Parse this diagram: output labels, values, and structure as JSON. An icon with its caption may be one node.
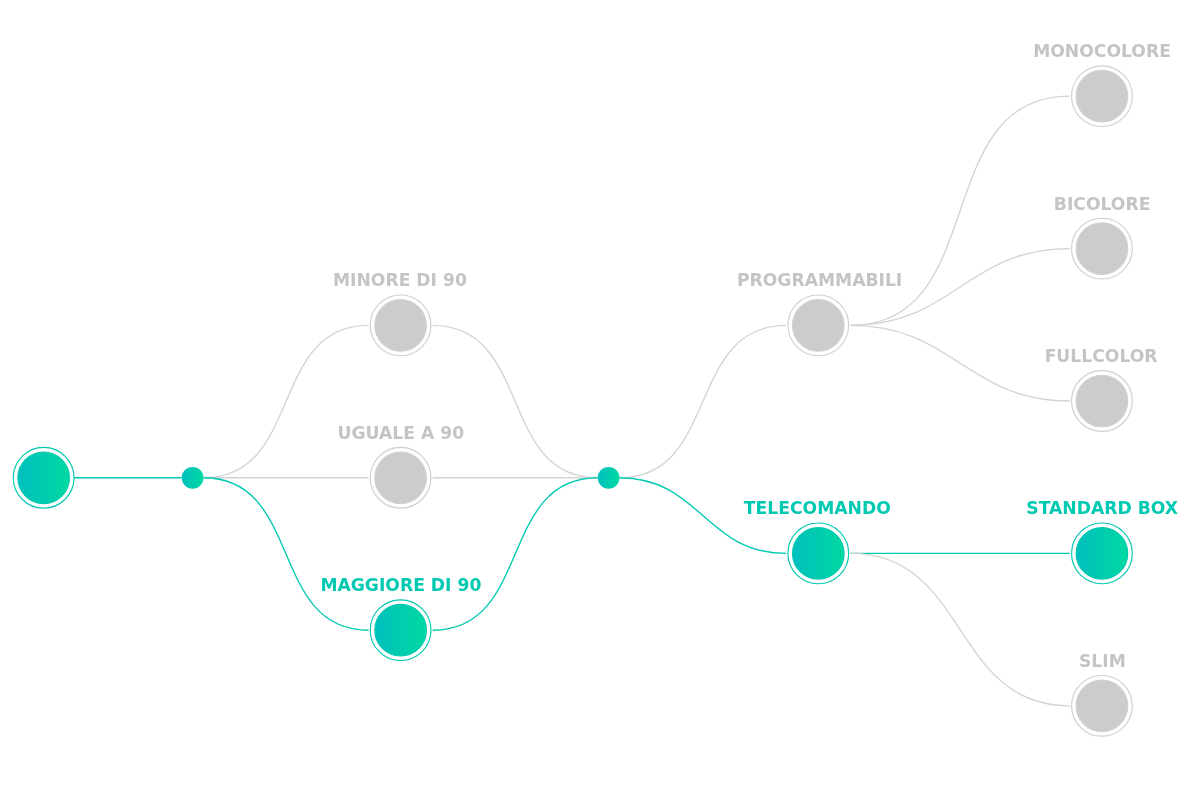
{
  "diagram": {
    "nodes": [
      {
        "text": [],
        "shape": "circle"
      },
      {
        "text": [],
        "shape": "circle"
      },
      {
        "text": [
          "MINORE DI 90"
        ]
      },
      {
        "text": [
          "UGUALE A 90"
        ]
      },
      {
        "text": [
          "MAGGIORE DI 90"
        ]
      },
      {
        "text": [],
        "shape": "circle"
      },
      {
        "text": [
          "PROGRAMMABILI"
        ]
      },
      {
        "text": [
          "TELECOMANDO"
        ]
      },
      {
        "text": [
          "MONOCOLORE"
        ]
      },
      {
        "text": [
          "BICOLORE"
        ]
      },
      {
        "text": [
          "FULLCOLOR"
        ]
      },
      {
        "text": [
          "STANDARD BOX"
        ]
      },
      {
        "text": [
          "SLIM"
        ]
      }
    ],
    "edges": [
      {
        "from": 0,
        "to": 1,
        "arrow": "none",
        "color": "#00c9b1"
      },
      {
        "from": 1,
        "to": 2,
        "arrow": "none"
      },
      {
        "from": 1,
        "to": 3,
        "arrow": "none"
      },
      {
        "from": 1,
        "to": 4,
        "arrow": "none",
        "color": "#00c9b1"
      },
      {
        "from": 2,
        "to": 5,
        "arrow": "none"
      },
      {
        "from": 3,
        "to": 5,
        "arrow": "none"
      },
      {
        "from": 4,
        "to": 5,
        "arrow": "none",
        "color": "#00c9b1"
      },
      {
        "from": 5,
        "to": 6,
        "arrow": "none"
      },
      {
        "from": 5,
        "to": 7,
        "arrow": "none",
        "color": "#00c9b1"
      },
      {
        "from": 6,
        "to": 8,
        "arrow": "none"
      },
      {
        "from": 6,
        "to": 9,
        "arrow": "none"
      },
      {
        "from": 6,
        "to": 10,
        "arrow": "none"
      },
      {
        "from": 7,
        "to": 11,
        "arrow": "none",
        "color": "#00c9b1"
      },
      {
        "from": 7,
        "to": 12,
        "arrow": "none"
      }
    ]
  }
}
